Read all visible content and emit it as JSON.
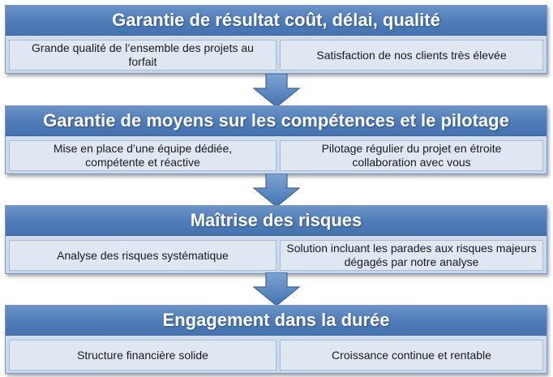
{
  "blocks": [
    {
      "title": "Garantie de résultat coût, délai, qualité",
      "left": "Grande qualité de l’ensemble des projets au forfait",
      "right": "Satisfaction de nos clients très élevée"
    },
    {
      "title": "Garantie de moyens sur les compétences et le pilotage",
      "left": "Mise en place d’une équipe dédiée, compétente et réactive",
      "right": "Pilotage régulier du projet en étroite collaboration avec vous"
    },
    {
      "title": "Maîtrise des risques",
      "left": "Analyse des risques systématique",
      "right": "Solution incluant les parades aux risques majeurs dégagés par notre analyse"
    },
    {
      "title": "Engagement dans la durée",
      "left": "Structure financière solide",
      "right": "Croissance continue et rentable"
    }
  ],
  "colors": {
    "title_bar": "#4f7cb8",
    "block_bg": "#d6e1ef",
    "cell_bg": "#dfe7f2",
    "arrow": "#5a84c0"
  }
}
